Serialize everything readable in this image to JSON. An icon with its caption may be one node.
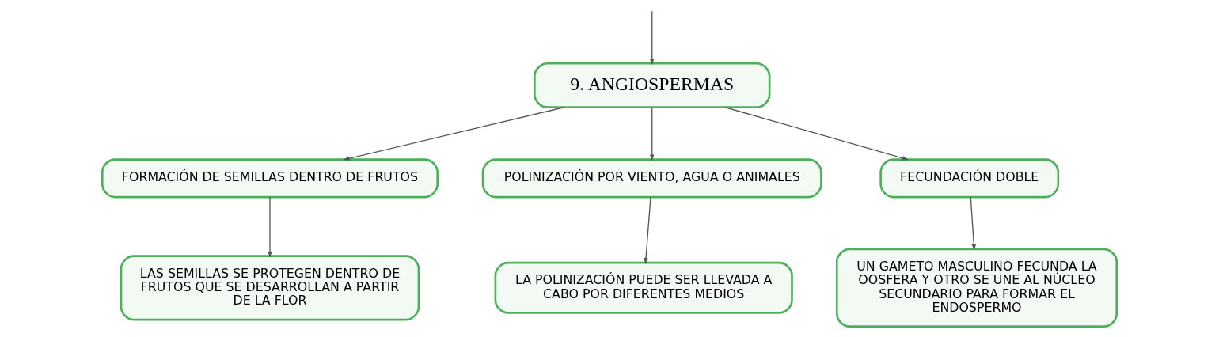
{
  "diagram": {
    "nodes": [
      {
        "text": [
          "9. ANGIOSPERMAS"
        ]
      },
      {
        "text": [
          "FORMACIÓN DE SEMILLAS DENTRO DE FRUTOS"
        ]
      },
      {
        "text": [
          "POLINIZACIÓN POR VIENTO, AGUA O ANIMALES"
        ]
      },
      {
        "text": [
          "FECUNDACIÓN DOBLE"
        ]
      },
      {
        "text": [
          "LAS SEMILLAS SE PROTEGEN DENTRO DE FRUTOS QUE SE DESARROLLAN A PARTIR DE LA FLOR"
        ]
      },
      {
        "text": [
          "LA POLINIZACIÓN PUEDE SER LLEVADA A CABO POR DIFERENTES MEDIOS"
        ]
      },
      {
        "text": [
          "UN GAMETO MASCULINO FECUNDA LA OOSFERA Y OTRO SE UNE AL NÚCLEO SECUNDARIO PARA FORMAR EL ENDOSPERMO"
        ]
      }
    ],
    "edges": [
      {
        "from": null,
        "to": 0,
        "arrow": "to"
      },
      {
        "from": 0,
        "to": 1,
        "arrow": "to"
      },
      {
        "from": 0,
        "to": 2,
        "arrow": "to"
      },
      {
        "from": 0,
        "to": 3,
        "arrow": "to"
      },
      {
        "from": 1,
        "to": 4,
        "arrow": "to"
      },
      {
        "from": 2,
        "to": 5,
        "arrow": "to"
      },
      {
        "from": 3,
        "to": 6,
        "arrow": "to"
      }
    ]
  }
}
